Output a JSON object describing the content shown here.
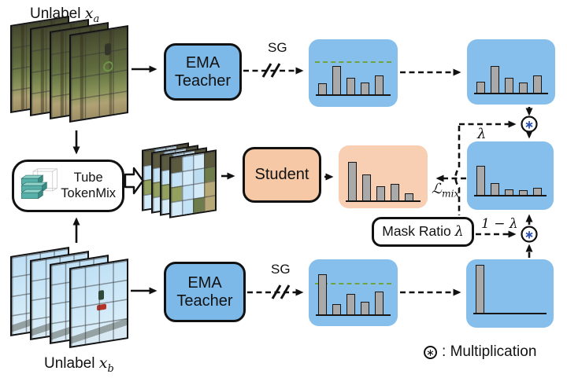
{
  "labels": {
    "unlabel_a": {
      "prefix": "Unlabel ",
      "var": "x",
      "sub": "a"
    },
    "unlabel_b": {
      "prefix": "Unlabel ",
      "var": "x",
      "sub": "b"
    }
  },
  "boxes": {
    "ema_teacher_top": {
      "line1": "EMA",
      "line2": "Teacher"
    },
    "ema_teacher_bottom": {
      "line1": "EMA",
      "line2": "Teacher"
    },
    "tube_tokenmix": {
      "line1": "Tube",
      "line2": "TokenMix"
    },
    "student": {
      "label": "Student"
    },
    "mask_ratio": {
      "prefix": "Mask Ratio ",
      "var": "λ"
    }
  },
  "edge_labels": {
    "sg_top": "SG",
    "sg_bottom": "SG",
    "lambda": "λ",
    "one_minus_lambda_prefix": "1 − ",
    "one_minus_lambda_var": "λ",
    "loss_symbol": "ℒ",
    "loss_sub": "mix"
  },
  "legend": {
    "symbol": "∗",
    "separator": ":",
    "label": "Multiplication"
  },
  "multiply_symbol": "∗",
  "colors": {
    "box_blue": "#7db9e8",
    "chart_blue": "#87bfec",
    "box_peach": "#f6c8a5",
    "chart_peach": "#f8cfb2",
    "bar_gray": "#a9a9a9",
    "threshold_green": "#6fa53f",
    "tube_teal": "#57b1aa",
    "asterisk_blue": "#2b4fb0"
  },
  "mosaic": {
    "pattern": [
      "a1",
      "b1",
      "b2",
      "a1",
      "b1",
      "b2",
      "b3",
      "a2",
      "a3",
      "b1",
      "b2",
      "a4",
      "b2",
      "b1",
      "a2",
      "a4"
    ]
  },
  "chart_data": [
    {
      "id": "teacher_a",
      "type": "bar",
      "panel": "blue",
      "values": [
        15,
        37,
        22,
        16,
        25
      ],
      "threshold": 42,
      "pad_bottom": 14
    },
    {
      "id": "target_a",
      "type": "bar",
      "panel": "blue",
      "values": [
        15,
        35,
        20,
        14,
        23
      ],
      "threshold": null,
      "pad_bottom": 13
    },
    {
      "id": "student_pred",
      "type": "bar",
      "panel": "peach",
      "values": [
        50,
        34,
        19,
        22,
        10
      ],
      "threshold": null,
      "pad_bottom": 8
    },
    {
      "id": "mixed_target",
      "type": "bar",
      "panel": "blue",
      "values": [
        38,
        16,
        8,
        7,
        10
      ],
      "threshold": null,
      "pad_bottom": 17
    },
    {
      "id": "teacher_b",
      "type": "bar",
      "panel": "blue",
      "values": [
        52,
        14,
        27,
        17,
        30
      ],
      "threshold": 40,
      "pad_bottom": 13
    },
    {
      "id": "target_b",
      "type": "bar",
      "panel": "blue",
      "values": [
        62
      ],
      "threshold": null,
      "pad_bottom": 17
    }
  ]
}
